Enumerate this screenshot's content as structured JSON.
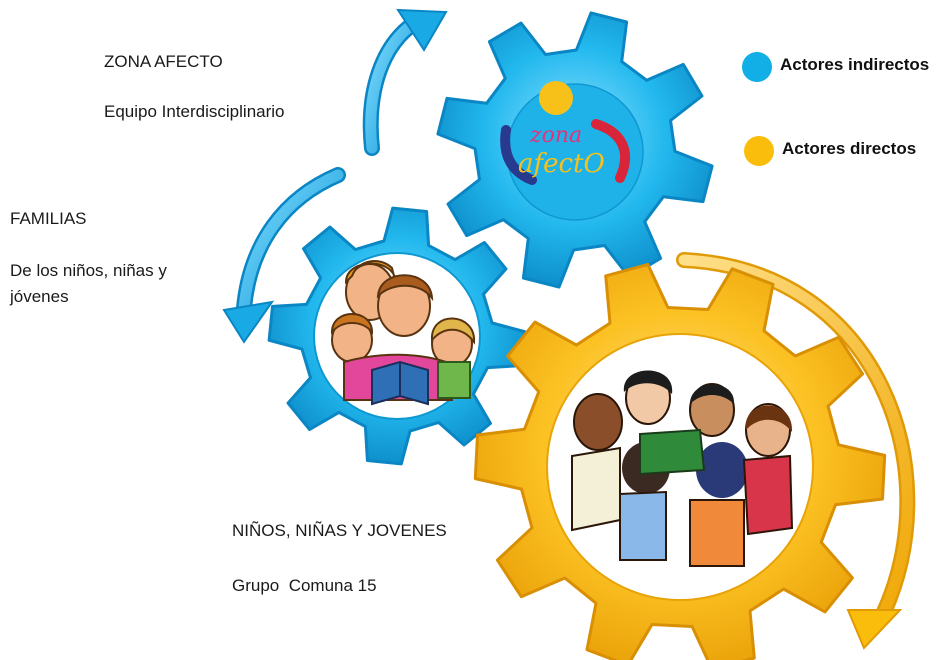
{
  "colors": {
    "indirect": "#12aee6",
    "direct": "#fbbd0c"
  },
  "zona": {
    "title": "ZONA AFECTO",
    "subtitle": "Equipo Interdisciplinario",
    "logo_text_1": "zona",
    "logo_text_2": "afectO"
  },
  "familias": {
    "title": "FAMILIAS",
    "subtitle_line1": "De los niños, niñas y",
    "subtitle_line2": "jóvenes"
  },
  "ninos": {
    "title": "NIÑOS, NIÑAS Y JOVENES",
    "subtitle": "Grupo  Comuna 15"
  },
  "legend": {
    "indirect_label": "Actores indirectos",
    "direct_label": "Actores directos"
  }
}
